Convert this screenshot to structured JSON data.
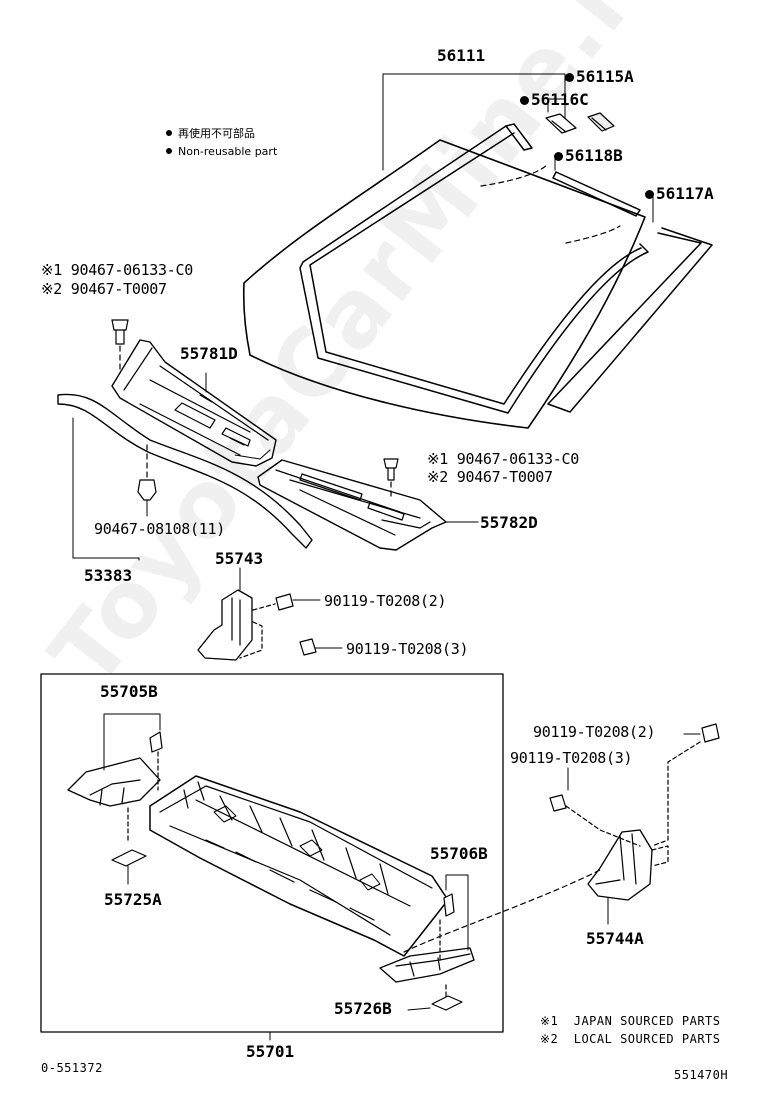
{
  "watermark": "ToyotaCarMine.ru",
  "legend": {
    "jp": "再使用不可部品",
    "en": "Non-reusable part"
  },
  "notes": {
    "n1_mark": "※1",
    "n1_text": "JAPAN SOURCED PARTS",
    "n2_mark": "※2",
    "n2_text": "LOCAL SOURCED PARTS"
  },
  "codes": {
    "left": "0-551372",
    "right": "551470H"
  },
  "parts": {
    "p56111": "56111",
    "p56115A": "56115A",
    "p56116C": "56116C",
    "p56118B": "56118B",
    "p56117A": "56117A",
    "clipA1": "※1 90467-06133-C0",
    "clipA2": "※2 90467-T0007",
    "p55781D": "55781D",
    "clipB1": "※1 90467-06133-C0",
    "clipB2": "※2 90467-T0007",
    "p90467_08108": "90467-08108(11)",
    "p55782D": "55782D",
    "p53383": "53383",
    "p55743": "55743",
    "bolt2a": "90119-T0208(2)",
    "bolt3a": "90119-T0208(3)",
    "p55705B": "55705B",
    "bolt2b": "90119-T0208(2)",
    "bolt3b": "90119-T0208(3)",
    "p55706B": "55706B",
    "p55725A": "55725A",
    "p55744A": "55744A",
    "p55726B": "55726B",
    "p55701": "55701"
  }
}
